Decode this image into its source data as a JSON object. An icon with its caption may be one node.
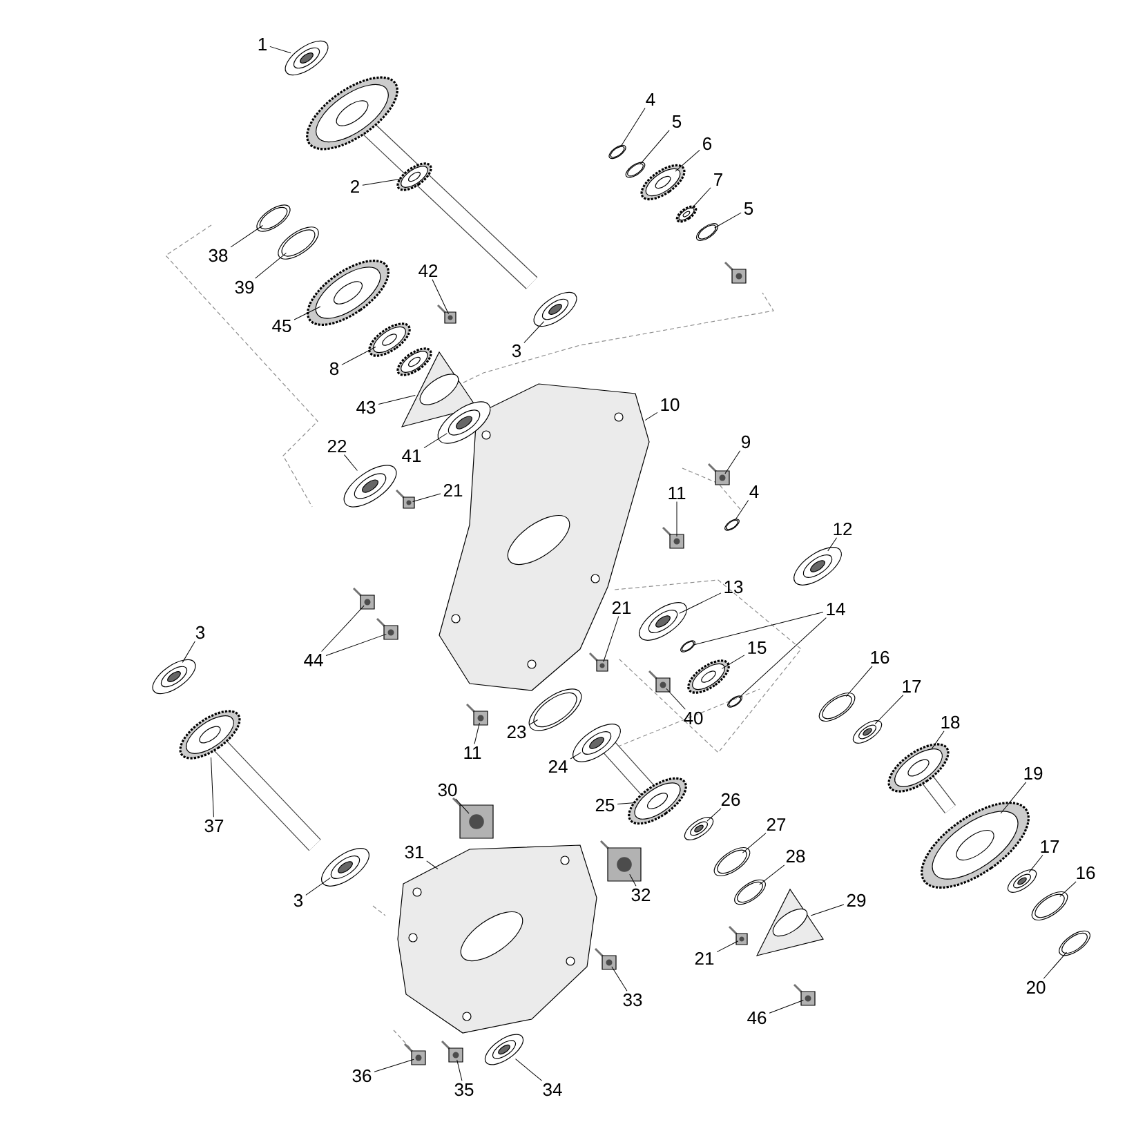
{
  "diagram": {
    "nodes": [
      {
        "text": [
          "1"
        ]
      },
      {
        "text": [
          "2"
        ]
      },
      {
        "text": [
          "3"
        ]
      },
      {
        "text": [
          "4"
        ]
      },
      {
        "text": [
          "5"
        ]
      },
      {
        "text": [
          "6"
        ]
      },
      {
        "text": [
          "7"
        ]
      },
      {
        "text": [
          "5"
        ]
      },
      {
        "text": [
          "10"
        ]
      },
      {
        "text": [
          "9"
        ]
      },
      {
        "text": [
          "11"
        ]
      },
      {
        "text": [
          "4"
        ]
      },
      {
        "text": [
          "12"
        ]
      },
      {
        "text": [
          "13"
        ]
      },
      {
        "text": [
          "14"
        ]
      },
      {
        "text": [
          "21"
        ]
      },
      {
        "text": [
          "15"
        ]
      },
      {
        "text": [
          "40"
        ]
      },
      {
        "text": [
          "16"
        ]
      },
      {
        "text": [
          "17"
        ]
      },
      {
        "text": [
          "18"
        ]
      },
      {
        "text": [
          "19"
        ]
      },
      {
        "text": [
          "25"
        ]
      },
      {
        "text": [
          "26"
        ]
      },
      {
        "text": [
          "27"
        ]
      },
      {
        "text": [
          "28"
        ]
      },
      {
        "text": [
          "29"
        ]
      },
      {
        "text": [
          "21"
        ]
      },
      {
        "text": [
          "33"
        ]
      },
      {
        "text": [
          "46"
        ]
      },
      {
        "text": [
          "17"
        ]
      },
      {
        "text": [
          "16"
        ]
      },
      {
        "text": [
          "20"
        ]
      },
      {
        "text": [
          "3"
        ]
      },
      {
        "text": [
          "44"
        ]
      },
      {
        "text": [
          "11"
        ]
      },
      {
        "text": [
          "23"
        ]
      },
      {
        "text": [
          "24"
        ]
      },
      {
        "text": [
          "37"
        ]
      },
      {
        "text": [
          "30"
        ]
      },
      {
        "text": [
          "31"
        ]
      },
      {
        "text": [
          "3"
        ]
      },
      {
        "text": [
          "32"
        ]
      },
      {
        "text": [
          "36"
        ]
      },
      {
        "text": [
          "35"
        ]
      },
      {
        "text": [
          "34"
        ]
      },
      {
        "text": [
          "38"
        ]
      },
      {
        "text": [
          "39"
        ]
      },
      {
        "text": [
          "45"
        ]
      },
      {
        "text": [
          "8"
        ]
      },
      {
        "text": [
          "42"
        ]
      },
      {
        "text": [
          "43"
        ]
      },
      {
        "text": [
          "41"
        ]
      },
      {
        "text": [
          "22"
        ]
      },
      {
        "text": [
          "21"
        ]
      },
      {
        "text": [],
        "shape": "picture"
      },
      {
        "text": [],
        "shape": "picture"
      },
      {
        "text": [],
        "shape": "picture"
      },
      {
        "text": [],
        "shape": "picture"
      },
      {
        "text": [],
        "shape": "picture"
      },
      {
        "text": [],
        "shape": "picture"
      },
      {
        "text": [],
        "shape": "picture"
      },
      {
        "text": [],
        "shape": "picture"
      },
      {
        "text": [],
        "shape": "picture"
      },
      {
        "text": [],
        "shape": "picture"
      },
      {
        "text": [],
        "shape": "picture"
      },
      {
        "text": [],
        "shape": "picture"
      },
      {
        "text": [],
        "shape": "picture"
      },
      {
        "text": [],
        "shape": "picture"
      },
      {
        "text": [],
        "shape": "picture"
      },
      {
        "text": [],
        "shape": "picture"
      },
      {
        "text": [],
        "shape": "picture"
      },
      {
        "text": [],
        "shape": "picture"
      },
      {
        "text": [],
        "shape": "picture"
      },
      {
        "text": [],
        "shape": "picture"
      },
      {
        "text": [],
        "shape": "picture"
      },
      {
        "text": [],
        "shape": "picture"
      },
      {
        "text": [],
        "shape": "picture"
      },
      {
        "text": [],
        "shape": "picture"
      },
      {
        "text": [],
        "shape": "picture"
      },
      {
        "text": [],
        "shape": "picture"
      },
      {
        "text": [],
        "shape": "picture"
      },
      {
        "text": [],
        "shape": "picture"
      },
      {
        "text": [],
        "shape": "picture"
      },
      {
        "text": [],
        "shape": "picture"
      },
      {
        "text": [],
        "shape": "picture"
      },
      {
        "text": [],
        "shape": "picture"
      },
      {
        "text": [],
        "shape": "picture"
      },
      {
        "text": [],
        "shape": "picture"
      },
      {
        "text": [],
        "shape": "picture"
      },
      {
        "text": [],
        "shape": "picture"
      },
      {
        "text": [],
        "shape": "picture"
      },
      {
        "text": [],
        "shape": "picture"
      },
      {
        "text": [],
        "shape": "picture"
      },
      {
        "text": [],
        "shape": "picture"
      },
      {
        "text": [],
        "shape": "picture"
      },
      {
        "text": [],
        "shape": "picture"
      },
      {
        "text": [],
        "shape": "picture"
      },
      {
        "text": [],
        "shape": "picture"
      },
      {
        "text": [],
        "shape": "picture"
      },
      {
        "text": [],
        "shape": "picture"
      },
      {
        "text": [],
        "shape": "picture"
      },
      {
        "text": [],
        "shape": "picture"
      },
      {
        "text": [],
        "shape": "picture"
      },
      {
        "text": [],
        "shape": "picture"
      },
      {
        "text": [],
        "shape": "picture"
      },
      {
        "text": [],
        "shape": "picture"
      },
      {
        "text": [],
        "shape": "picture"
      },
      {
        "text": [],
        "shape": "picture"
      },
      {
        "text": [],
        "shape": "picture"
      },
      {
        "text": [],
        "shape": "picture"
      },
      {
        "text": [],
        "shape": "picture"
      }
    ],
    "edges": [
      {
        "from": 0,
        "to": 55,
        "arrow": "none"
      },
      {
        "from": 1,
        "to": 56,
        "arrow": "none"
      },
      {
        "from": 2,
        "to": 57,
        "arrow": "none"
      },
      {
        "from": 3,
        "to": 58,
        "arrow": "none"
      },
      {
        "from": 4,
        "to": 59,
        "arrow": "none"
      },
      {
        "from": 5,
        "to": 60,
        "arrow": "none"
      },
      {
        "from": 6,
        "to": 61,
        "arrow": "none"
      },
      {
        "from": 7,
        "to": 62,
        "arrow": "none"
      },
      {
        "from": 8,
        "to": 63,
        "arrow": "none"
      },
      {
        "from": 9,
        "to": 64,
        "arrow": "none"
      },
      {
        "from": 10,
        "to": 65,
        "arrow": "none"
      },
      {
        "from": 11,
        "to": 66,
        "arrow": "none"
      },
      {
        "from": 12,
        "to": 67,
        "arrow": "none"
      },
      {
        "from": 13,
        "to": 68,
        "arrow": "none"
      },
      {
        "from": 14,
        "to": 69,
        "arrow": "none"
      },
      {
        "from": 14,
        "to": 70,
        "arrow": "none"
      },
      {
        "from": 15,
        "to": 71,
        "arrow": "none"
      },
      {
        "from": 16,
        "to": 72,
        "arrow": "none"
      },
      {
        "from": 17,
        "to": 73,
        "arrow": "none"
      },
      {
        "from": 18,
        "to": 74,
        "arrow": "none"
      },
      {
        "from": 19,
        "to": 75,
        "arrow": "none"
      },
      {
        "from": 20,
        "to": 76,
        "arrow": "none"
      },
      {
        "from": 21,
        "to": 77,
        "arrow": "none"
      },
      {
        "from": 22,
        "to": 78,
        "arrow": "none"
      },
      {
        "from": 23,
        "to": 79,
        "arrow": "none"
      },
      {
        "from": 24,
        "to": 80,
        "arrow": "none"
      },
      {
        "from": 25,
        "to": 81,
        "arrow": "none"
      },
      {
        "from": 26,
        "to": 82,
        "arrow": "none"
      },
      {
        "from": 27,
        "to": 83,
        "arrow": "none"
      },
      {
        "from": 28,
        "to": 84,
        "arrow": "none"
      },
      {
        "from": 29,
        "to": 85,
        "arrow": "none"
      },
      {
        "from": 30,
        "to": 86,
        "arrow": "none"
      },
      {
        "from": 31,
        "to": 87,
        "arrow": "none"
      },
      {
        "from": 32,
        "to": 88,
        "arrow": "none"
      },
      {
        "from": 33,
        "to": 89,
        "arrow": "none"
      },
      {
        "from": 34,
        "to": 90,
        "arrow": "none"
      },
      {
        "from": 34,
        "to": 91,
        "arrow": "none"
      },
      {
        "from": 35,
        "to": 92,
        "arrow": "none"
      },
      {
        "from": 36,
        "to": 93,
        "arrow": "none"
      },
      {
        "from": 37,
        "to": 94,
        "arrow": "none"
      },
      {
        "from": 38,
        "to": 95,
        "arrow": "none"
      },
      {
        "from": 39,
        "to": 96,
        "arrow": "none"
      },
      {
        "from": 40,
        "to": 97,
        "arrow": "none"
      },
      {
        "from": 41,
        "to": 98,
        "arrow": "none"
      },
      {
        "from": 42,
        "to": 99,
        "arrow": "none"
      },
      {
        "from": 43,
        "to": 100,
        "arrow": "none"
      },
      {
        "from": 44,
        "to": 101,
        "arrow": "none"
      },
      {
        "from": 45,
        "to": 102,
        "arrow": "none"
      },
      {
        "from": 46,
        "to": 103,
        "arrow": "none"
      },
      {
        "from": 47,
        "to": 104,
        "arrow": "none"
      },
      {
        "from": 48,
        "to": 105,
        "arrow": "none"
      },
      {
        "from": 49,
        "to": 106,
        "arrow": "none"
      },
      {
        "from": 50,
        "to": 107,
        "arrow": "none"
      },
      {
        "from": 51,
        "to": 108,
        "arrow": "none"
      },
      {
        "from": 52,
        "to": 109,
        "arrow": "none"
      },
      {
        "from": 53,
        "to": 110,
        "arrow": "none"
      },
      {
        "from": 54,
        "to": 111,
        "arrow": "none"
      }
    ]
  }
}
